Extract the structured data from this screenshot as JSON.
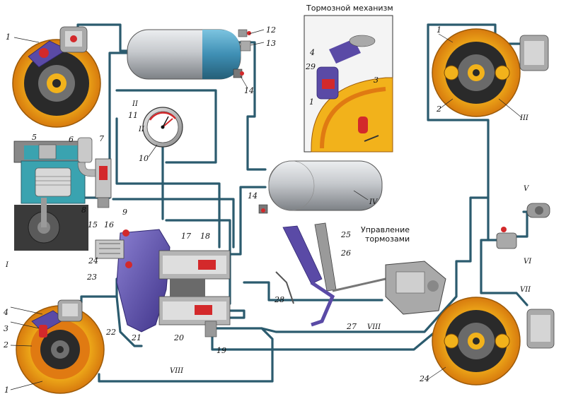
{
  "captions": {
    "brake_mechanism": "Тормозной механизм",
    "brake_control_line1": "Управление",
    "brake_control_line2": "тормозами"
  },
  "labels": {
    "n1_left_top": "1",
    "n1_right": "1",
    "n1_inset": "1",
    "n1_bottom_left": "1",
    "n2_right": "2",
    "n2_bottom_left": "2",
    "n3_inset": "3",
    "n3_bottom_left": "3",
    "n4_inset": "4",
    "n4_bottom_left": "4",
    "n5": "5",
    "n6": "6",
    "n7": "7",
    "n8": "8",
    "n9": "9",
    "n10": "10",
    "n11": "11",
    "n12": "12",
    "n13": "13",
    "n14_top": "14",
    "n14_mid": "14",
    "n15": "15",
    "n16": "16",
    "n17": "17",
    "n18": "18",
    "n19": "19",
    "n20": "20",
    "n21": "21",
    "n22": "22",
    "n23": "23",
    "n24_mid": "24",
    "n24_right": "24",
    "n25": "25",
    "n26": "26",
    "n27": "27",
    "n28": "28",
    "n29": "29",
    "rI": "I",
    "rII_a": "II",
    "rII_b": "II",
    "rIII": "III",
    "rIV": "IV",
    "rV": "V",
    "rVI": "VI",
    "rVII": "VII",
    "rVIII_a": "VIII",
    "rVIII_b": "VIII"
  },
  "colors": {
    "pipe": "#2b5b6e",
    "drum_yellow": "#f2b21b",
    "drum_orange": "#e07a12",
    "hub_dark": "#2a2a2a",
    "tank_gray": "#b9bcc0",
    "tank_blue": "#3f8fb4",
    "mechanism_purple": "#5a4aa6",
    "accent_red": "#d3292b",
    "compressor_teal": "#3aa3b0"
  }
}
